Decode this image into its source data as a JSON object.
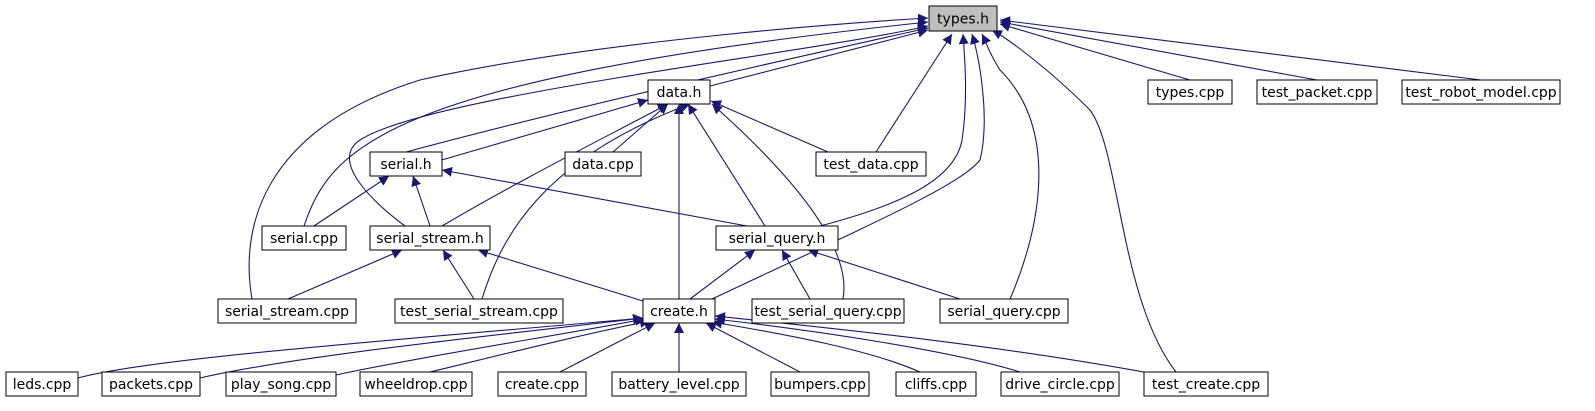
{
  "graph": {
    "type": "include-dependency-graph",
    "root": "types_h",
    "highlight_color": "#bfbfbf",
    "node_color": "#ffffff",
    "edge_color": "#191970",
    "nodes": [
      {
        "id": "types_h",
        "label": "types.h"
      },
      {
        "id": "data_h",
        "label": "data.h"
      },
      {
        "id": "types_cpp",
        "label": "types.cpp"
      },
      {
        "id": "test_packet_cpp",
        "label": "test_packet.cpp"
      },
      {
        "id": "test_robot_model_cpp",
        "label": "test_robot_model.cpp"
      },
      {
        "id": "serial_h",
        "label": "serial.h"
      },
      {
        "id": "data_cpp",
        "label": "data.cpp"
      },
      {
        "id": "test_data_cpp",
        "label": "test_data.cpp"
      },
      {
        "id": "serial_cpp",
        "label": "serial.cpp"
      },
      {
        "id": "serial_stream_h",
        "label": "serial_stream.h"
      },
      {
        "id": "serial_query_h",
        "label": "serial_query.h"
      },
      {
        "id": "serial_stream_cpp",
        "label": "serial_stream.cpp"
      },
      {
        "id": "test_serial_stream_cpp",
        "label": "test_serial_stream.cpp"
      },
      {
        "id": "create_h",
        "label": "create.h"
      },
      {
        "id": "test_serial_query_cpp",
        "label": "test_serial_query.cpp"
      },
      {
        "id": "serial_query_cpp",
        "label": "serial_query.cpp"
      },
      {
        "id": "leds_cpp",
        "label": "leds.cpp"
      },
      {
        "id": "packets_cpp",
        "label": "packets.cpp"
      },
      {
        "id": "play_song_cpp",
        "label": "play_song.cpp"
      },
      {
        "id": "wheeldrop_cpp",
        "label": "wheeldrop.cpp"
      },
      {
        "id": "create_cpp",
        "label": "create.cpp"
      },
      {
        "id": "battery_level_cpp",
        "label": "battery_level.cpp"
      },
      {
        "id": "bumpers_cpp",
        "label": "bumpers.cpp"
      },
      {
        "id": "cliffs_cpp",
        "label": "cliffs.cpp"
      },
      {
        "id": "drive_circle_cpp",
        "label": "drive_circle.cpp"
      },
      {
        "id": "test_create_cpp",
        "label": "test_create.cpp"
      }
    ]
  }
}
